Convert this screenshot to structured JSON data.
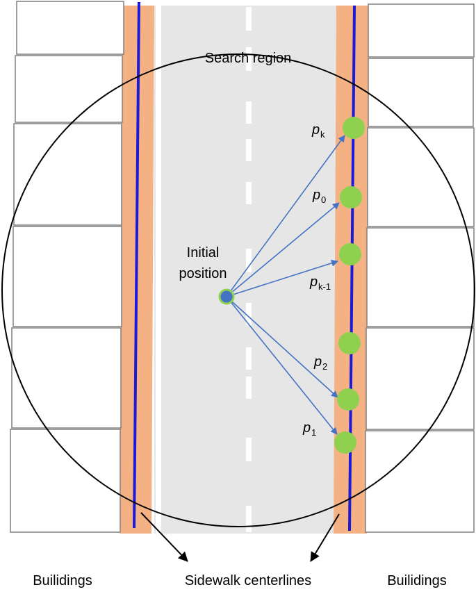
{
  "labels": {
    "search_region": "Search region",
    "initial_line1": "Initial",
    "initial_line2": "position",
    "buildings_left": "Builidings",
    "sidewalk_centerlines": "Sidewalk centerlines",
    "buildings_right": "Builidings"
  },
  "points": {
    "p_letter": "p",
    "pk_sub": "k",
    "p0_sub": "0",
    "pk1_sub": "k-1",
    "p2_sub": "2",
    "p1_sub": "1"
  },
  "colors": {
    "road": "#e6e6e6",
    "sidewalk": "#f4b183",
    "centerline": "#1a1adb",
    "arrow": "#4472c4",
    "candidate_point": "#8fd14f",
    "initial_point": "#4472c4",
    "initial_ring": "#8fd14f",
    "building_stroke": "#7f7f7f",
    "circle": "#000000"
  }
}
